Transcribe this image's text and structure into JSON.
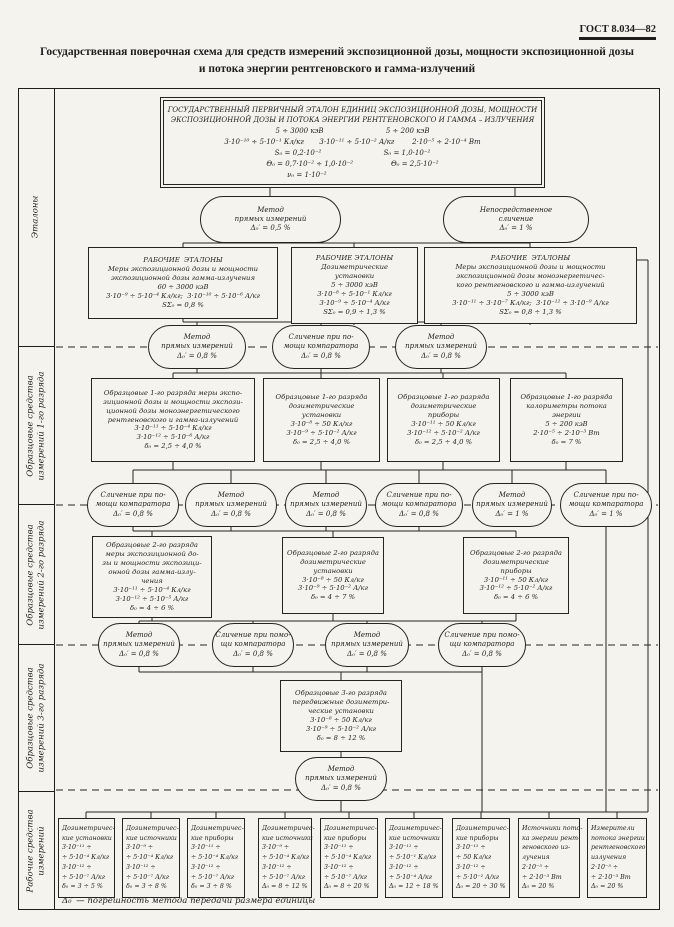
{
  "header": {
    "gost": "ГОСТ 8.034—82",
    "title": "Государственная поверочная схема для средств измерений  экспозиционной дозы, мощности экспозиционной дозы\nи потока энергии рентгеновского и гамма-излучений"
  },
  "footnote": "Δ₀′ — погрешность метода передачи размера единицы",
  "sections": [
    {
      "label": "Эталоны"
    },
    {
      "label": "Образцовые средства\nизмерений 1-го разряда"
    },
    {
      "label": "Образцовые средства\nизмерений 2-го разряда"
    },
    {
      "label": "Образцовые средства\nизмерений 3-го разряда"
    },
    {
      "label": "Рабочие средства\nизмерений"
    }
  ],
  "nodes": {
    "primary": {
      "lines": [
        "ГОСУДАРСТВЕННЫЙ ПЕРВИЧНЫЙ ЭТАЛОН ЕДИНИЦ ЭКСПОЗИЦИОННОЙ ДОЗЫ, МОЩНОСТИ",
        "ЭКСПОЗИЦИОННОЙ ДОЗЫ И ПОТОКА ЭНЕРГИИ РЕНТГЕНОВСКОГО И ГАММА – ИЗЛУЧЕНИЯ",
        "5 ÷ 3000 кэВ                            5 ÷ 200 кэВ",
        "3·10⁻¹⁰ ÷ 5·10⁻¹ Кл/кг       3·10⁻¹¹ ÷ 5·10⁻² А/кг        2·10⁻⁵ ÷ 2·10⁻⁴ Вт",
        "S₀ = 0,2·10⁻²                            S₀ = 1,0·10⁻²",
        "Θ₀ = 0,7·10⁻² ÷ 1,0·10⁻²                 Θ₀ = 2,5·10⁻²",
        "ν₀ = 1·10⁻²                                         "
      ]
    },
    "ova1": {
      "lines": [
        "Метод",
        "прямых измерений",
        "Δ₀′ = 0,5 %"
      ]
    },
    "ova2": {
      "lines": [
        "Непосредственное",
        "сличение",
        "Δ₀′ = 1 %"
      ]
    },
    "re1": {
      "lines": [
        "РАБОЧИЕ  ЭТАЛОНЫ",
        "Меры экспозиционной дозы и мощности",
        "экспозиционной дозы гамма-излучения",
        "60 ÷ 3000 кэВ",
        "3·10⁻⁹ ÷ 5·10⁻⁴ Кл/кг;  3·10⁻¹⁰ ÷ 5·10⁻⁶ А/кг",
        "SΣ₀ = 0,8 %"
      ]
    },
    "re2": {
      "lines": [
        "РАБОЧИЕ ЭТАЛОНЫ",
        "Дозиметрические",
        "установки",
        "5 ÷ 3000 кэВ",
        "3·10⁻⁸ ÷ 5·10⁻¹ Кл/кг",
        "3·10⁻⁹ ÷ 5·10⁻⁴ А/кг",
        "SΣ₀ = 0,9 ÷ 1,3 %"
      ]
    },
    "re3": {
      "lines": [
        "РАБОЧИЕ  ЭТАЛОНЫ",
        "Меры экспозиционной дозы и мощности",
        "экспозиционной дозы моноэнергетичес-",
        "кого рентгеновского и гамма-излучений",
        "5 ÷ 3000 кэВ",
        "3·10⁻¹¹ ÷ 3·10⁻⁷ Кл/кг;  3·10⁻¹² ÷ 3·10⁻⁹ А/кг",
        "SΣ₀ = 0,8 ÷ 1,3 %"
      ]
    },
    "ovb1": {
      "lines": [
        "Метод",
        "прямых измерений",
        "Δ₀′ = 0,8 %"
      ]
    },
    "ovb2": {
      "lines": [
        "Сличение при по-",
        "мощи компаратора",
        "Δ₀′ = 0,8 %"
      ]
    },
    "ovb3": {
      "lines": [
        "Метод",
        "прямых измерений",
        "Δ₀′ = 0,8 %"
      ]
    },
    "r11": {
      "lines": [
        "Образцовые 1-го разряда меры экспо-",
        "зиционной дозы и мощности экспози-",
        "ционной дозы моноэнергетического",
        "рентгеновского и гамма-излучений",
        "3·10⁻¹¹ ÷ 5·10⁻⁴ Кл/кг",
        "3·10⁻¹² ÷ 5·10⁻⁶ А/кг",
        "δ₀ = 2,5 ÷ 4,0 %"
      ]
    },
    "r12": {
      "lines": [
        "Образцовые 1-го разряда",
        "дозиметрические",
        "установки",
        "3·10⁻⁸ ÷ 50 Кл/кг",
        "3·10⁻⁹ ÷ 5·10⁻² А/кг",
        "δ₀ = 2,5 ÷ 4,0 %"
      ]
    },
    "r13": {
      "lines": [
        "Образцовые 1-го разряда",
        "дозиметрические",
        "приборы",
        "3·10⁻¹¹ ÷ 50 Кл/кг",
        "3·10⁻¹² ÷ 5·10⁻² А/кг",
        "δ₀ = 2,5 ÷ 4,0 %"
      ]
    },
    "r14": {
      "lines": [
        "Образцовые 1-го разряда",
        "калориметры потока",
        "энергии",
        "5 ÷ 200 кэВ",
        "2·10⁻⁵ ÷ 2·10⁻³ Вт",
        "δ₀ = 7 %"
      ]
    },
    "ovc1": {
      "lines": [
        "Сличение при по-",
        "мощи компаратора",
        "Δ₀′ = 0,8 %"
      ]
    },
    "ovc2": {
      "lines": [
        "Метод",
        "прямых измерений",
        "Δ₀′ = 0,8 %"
      ]
    },
    "ovc3": {
      "lines": [
        "Метод",
        "прямых измерений",
        "Δ₀′ = 0,8 %"
      ]
    },
    "ovc4": {
      "lines": [
        "Сличение при по-",
        "мощи компаратора",
        "Δ₀′ = 0,8 %"
      ]
    },
    "ovc5": {
      "lines": [
        "Метод",
        "прямых измерений",
        "Δ₀′ = 1 %"
      ]
    },
    "ovc6": {
      "lines": [
        "Сличение при по-",
        "мощи компаратора",
        "Δ₀′ = 1 %"
      ]
    },
    "r21": {
      "lines": [
        "Образцовые 2-го разряда",
        "меры экспозиционной до-",
        "зы и мощности экспозици-",
        "онной дозы гамма-излу-",
        "чения",
        "3·10⁻¹¹ ÷ 5·10⁻⁴ Кл/кг",
        "3·10⁻¹² ÷ 5·10⁻⁵ А/кг",
        "δ₀ = 4 ÷ 6 %"
      ]
    },
    "r22": {
      "lines": [
        "Образцовые 2-го разряда",
        "дозиметрические",
        "установки",
        "3·10⁻⁸ ÷ 50 Кл/кг",
        "3·10⁻⁹ ÷ 5·10⁻² А/кг",
        "δ₀ = 4 ÷ 7 %"
      ]
    },
    "r23": {
      "lines": [
        "Образцовые 2-го разряда",
        "дозиметрические",
        "приборы",
        "3·10⁻¹¹ ÷ 50 Кл/кг",
        "3·10⁻¹² ÷ 5·10⁻² А/кг",
        "δ₀ = 4 ÷ 6 %"
      ]
    },
    "ovd1": {
      "lines": [
        "Метод",
        "прямых измерений",
        "Δ₀′ = 0,8 %"
      ]
    },
    "ovd2": {
      "lines": [
        "Сличение при помо-",
        "щи компаратора",
        "Δ₀′ = 0,8 %"
      ]
    },
    "ovd3": {
      "lines": [
        "Метод",
        "прямых измерений",
        "Δ₀′ = 0,8 %"
      ]
    },
    "ovd4": {
      "lines": [
        "Сличение при помо-",
        "щи компаратора",
        "Δ₀′ = 0,8 %"
      ]
    },
    "r31": {
      "lines": [
        "Образцовые 3-го разряда",
        "передвижные дозиметри-",
        "ческие установки",
        "3·10⁻⁸ ÷ 50 Кл/кг",
        "3·10⁻⁹ ÷ 5·10⁻² А/кг",
        "δ₀ = 8 ÷ 12 %"
      ]
    },
    "ove1": {
      "lines": [
        "Метод",
        "прямых измерений",
        "Δ₀′ = 0,8 %"
      ]
    },
    "w1": {
      "lines": [
        "Дозиметричес-",
        "кие установки",
        "3·10⁻¹¹ ÷",
        "÷ 5·10⁻⁴ Кл/кг",
        "3·10⁻¹² ÷",
        "÷ 5·10⁻⁷ А/кг",
        "δ₀ = 3 ÷ 5 %"
      ]
    },
    "w2": {
      "lines": [
        "Дозиметричес-",
        "кие источники",
        "3·10⁻⁹ ÷",
        "÷ 5·10⁻⁴ Кл/кг",
        "3·10⁻¹² ÷",
        "÷ 5·10⁻⁷ А/кг",
        "δ₀ = 3 ÷ 8 %"
      ]
    },
    "w3": {
      "lines": [
        "Дозиметричес-",
        "кие приборы",
        "3·10⁻¹¹ ÷",
        "÷ 5·10⁻⁴ Кл/кг",
        "3·10⁻¹² ÷",
        "÷ 5·10⁻⁷ А/кг",
        "δ₀ = 3 ÷ 8 %"
      ]
    },
    "w4": {
      "lines": [
        "Дозиметричес-",
        "кие источники",
        "3·10⁻⁹ ÷",
        "÷ 5·10⁻⁴ Кл/кг",
        "3·10⁻¹² ÷",
        "÷ 5·10⁻⁷ А/кг",
        "Δ₀ = 8 ÷ 12 %"
      ]
    },
    "w5": {
      "lines": [
        "Дозиметричес-",
        "кие приборы",
        "3·10⁻¹¹ ÷",
        "÷ 5·10⁻⁴ Кл/кг",
        "3·10⁻¹² ÷",
        "÷ 5·10⁻⁷ А/кг",
        "Δ₀ = 8 ÷ 20 %"
      ]
    },
    "w6": {
      "lines": [
        "Дозиметричес-",
        "кие источники",
        "3·10⁻¹¹ ÷",
        "÷ 5·10⁻¹ Кл/кг",
        "3·10⁻¹² ÷",
        "÷ 5·10⁻⁴ А/кг",
        "Δ₀ = 12 ÷ 18 %"
      ]
    },
    "w7": {
      "lines": [
        "Дозиметричес-",
        "кие приборы",
        "3·10⁻¹¹ ÷",
        "÷ 50 Кл/кг",
        "3·10⁻¹² ÷",
        "÷ 5·10⁻² А/кг",
        "Δ₀ = 20 ÷ 30 %"
      ]
    },
    "w8": {
      "lines": [
        "Источники пото-",
        "ка энергии рент-",
        "геновского из-",
        "лучения",
        "2·10⁻⁵ ÷",
        "÷ 2·10⁻³ Вт",
        "Δ₀ = 20 %"
      ]
    },
    "w9": {
      "lines": [
        "Измерители",
        "потока энергии",
        "рентгеновского",
        "излучения",
        "2·10⁻⁵ ÷",
        "÷ 2·10⁻³ Вт",
        "Δ₀ = 20 %"
      ]
    }
  }
}
